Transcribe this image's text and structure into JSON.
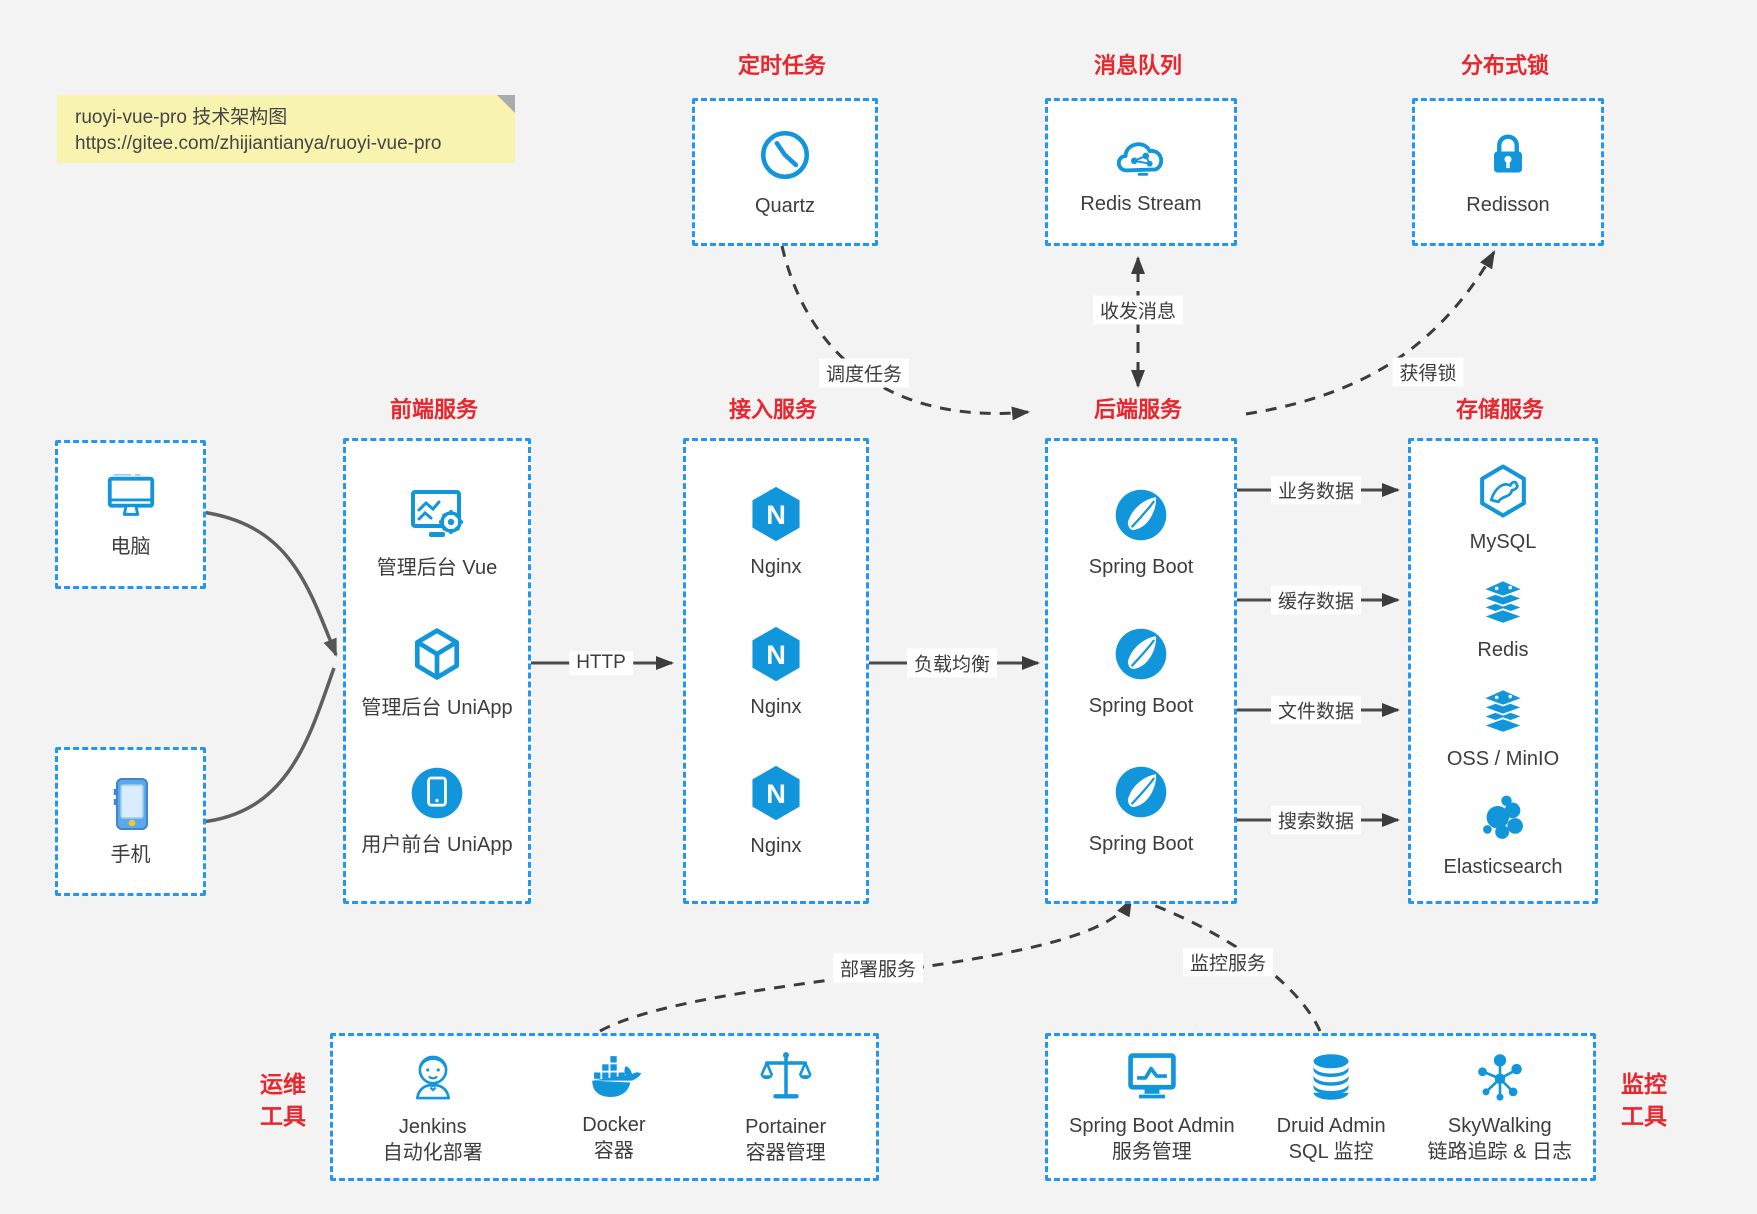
{
  "note": {
    "line1": "ruoyi-vue-pro 技术架构图",
    "line2": "https://gitee.com/zhijiantianya/ruoyi-vue-pro"
  },
  "top_groups": {
    "scheduler": {
      "title": "定时任务",
      "item": {
        "label": "Quartz"
      }
    },
    "mq": {
      "title": "消息队列",
      "item": {
        "label": "Redis Stream"
      }
    },
    "lock": {
      "title": "分布式锁",
      "item": {
        "label": "Redisson"
      }
    }
  },
  "clients": {
    "pc": {
      "label": "电脑"
    },
    "mobile": {
      "label": "手机"
    }
  },
  "columns": {
    "frontend": {
      "title": "前端服务",
      "items": [
        {
          "label": "管理后台 Vue"
        },
        {
          "label": "管理后台 UniApp"
        },
        {
          "label": "用户前台 UniApp"
        }
      ]
    },
    "gateway": {
      "title": "接入服务",
      "items": [
        {
          "label": "Nginx"
        },
        {
          "label": "Nginx"
        },
        {
          "label": "Nginx"
        }
      ]
    },
    "backend": {
      "title": "后端服务",
      "items": [
        {
          "label": "Spring Boot"
        },
        {
          "label": "Spring Boot"
        },
        {
          "label": "Spring Boot"
        }
      ]
    },
    "storage": {
      "title": "存储服务",
      "items": [
        {
          "label": "MySQL"
        },
        {
          "label": "Redis"
        },
        {
          "label": "OSS / MinIO"
        },
        {
          "label": "Elasticsearch"
        }
      ]
    }
  },
  "edges": {
    "http": "HTTP",
    "load_balance": "负载均衡",
    "business_data": "业务数据",
    "cache_data": "缓存数据",
    "file_data": "文件数据",
    "search_data": "搜索数据",
    "schedule_task": "调度任务",
    "send_receive_message": "收发消息",
    "acquire_lock": "获得锁",
    "deploy_service": "部署服务",
    "monitor_service": "监控服务"
  },
  "bottom_groups": {
    "ops": {
      "side_label": "运维\n工具",
      "items": [
        {
          "name": "Jenkins",
          "desc": "自动化部署"
        },
        {
          "name": "Docker",
          "desc": "容器"
        },
        {
          "name": "Portainer",
          "desc": "容器管理"
        }
      ]
    },
    "monitor": {
      "side_label": "监控\n工具",
      "items": [
        {
          "name": "Spring Boot Admin",
          "desc": "服务管理"
        },
        {
          "name": "Druid Admin",
          "desc": "SQL 监控"
        },
        {
          "name": "SkyWalking",
          "desc": "链路追踪 & 日志"
        }
      ]
    }
  },
  "colors": {
    "accent_blue": "#2196f3",
    "icon_blue": "#1296db",
    "title_red": "#e8262d",
    "note_bg": "#f9f3b0",
    "page_bg": "#f3f3f3"
  }
}
